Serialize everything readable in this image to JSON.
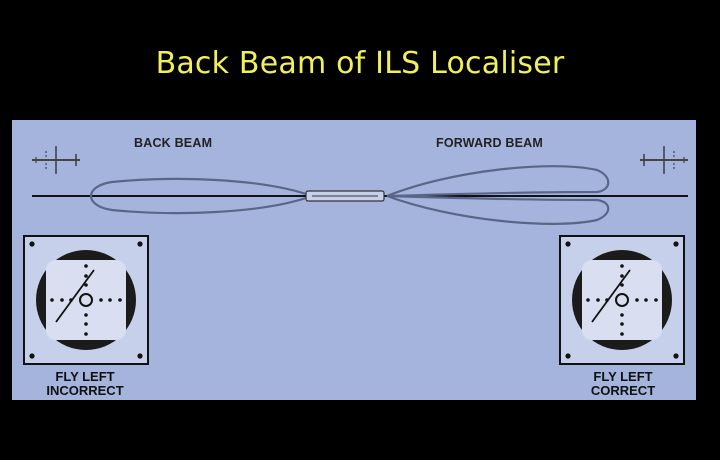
{
  "title": "Back Beam of ILS Localiser",
  "beams": {
    "back_label": "BACK BEAM",
    "forward_label": "FORWARD BEAM"
  },
  "instruments": {
    "left": {
      "line1": "FLY LEFT",
      "line2": "INCORRECT"
    },
    "right": {
      "line1": "FLY LEFT",
      "line2": "CORRECT"
    }
  },
  "colors": {
    "title": "#f2ef5c",
    "panel": "#a4b4dc",
    "instrument_face": "#d9dff1"
  },
  "icons": [
    "aircraft-icon",
    "localiser-antenna-icon",
    "course-deviation-indicator-icon"
  ]
}
